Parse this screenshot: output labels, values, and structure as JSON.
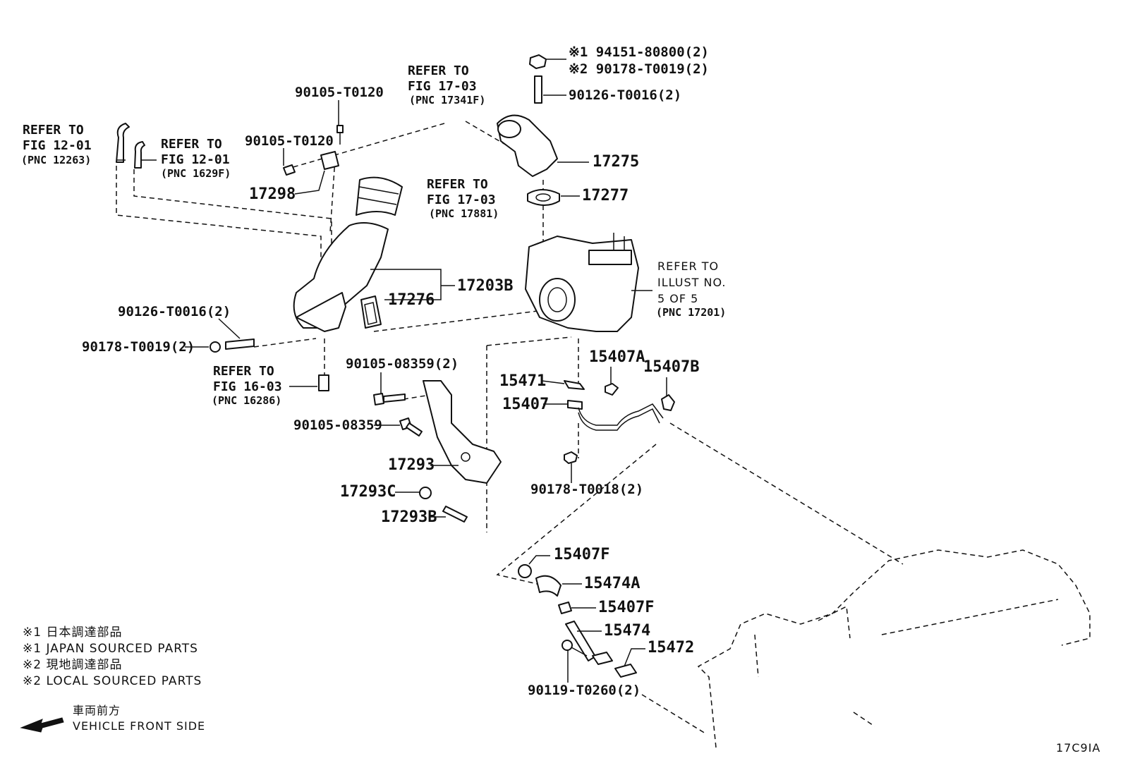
{
  "references": {
    "fig_12_01_a": {
      "line1": "REFER TO",
      "line2": "FIG 12-01",
      "pnc": "(PNC 12263)"
    },
    "fig_12_01_b": {
      "line1": "REFER TO",
      "line2": "FIG 12-01",
      "pnc": "(PNC 1629F)"
    },
    "fig_17_03_a": {
      "line1": "REFER TO",
      "line2": "FIG 17-03",
      "pnc": "(PNC 17341F)"
    },
    "fig_17_03_b": {
      "line1": "REFER TO",
      "line2": "FIG 17-03",
      "pnc": "(PNC 17881)"
    },
    "fig_16_03": {
      "line1": "REFER TO",
      "line2": "FIG 16-03",
      "pnc": "(PNC 16286)"
    },
    "illust": {
      "line1": "REFER TO",
      "line2": "ILLUST NO.",
      "line3": "5 OF 5",
      "pnc": "(PNC 17201)"
    }
  },
  "parts": {
    "p_94151": "※1 94151-80800(2)",
    "p_90178_t0019_top": "※2 90178-T0019(2)",
    "p_90126_top": "90126-T0016(2)",
    "p_17275": "17275",
    "p_17277": "17277",
    "p_90105_t0120_a": "90105-T0120",
    "p_90105_t0120_b": "90105-T0120",
    "p_17298": "17298",
    "p_17203b": "17203B",
    "p_17276": "17276",
    "p_90126_left": "90126-T0016(2)",
    "p_90178_left": "90178-T0019(2)",
    "p_90105_08359_2": "90105-08359(2)",
    "p_90105_08359": "90105-08359",
    "p_17293": "17293",
    "p_17293c": "17293C",
    "p_17293b": "17293B",
    "p_15471": "15471",
    "p_15407": "15407",
    "p_15407a": "15407A",
    "p_15407b": "15407B",
    "p_90178_t0018": "90178-T0018(2)",
    "p_15407f_a": "15407F",
    "p_15474a": "15474A",
    "p_15407f_b": "15407F",
    "p_15474": "15474",
    "p_15472": "15472",
    "p_90119": "90119-T0260(2)"
  },
  "legend": {
    "jp1": "※1 日本調達部品",
    "en1": "※1 JAPAN SOURCED PARTS",
    "jp2": "※2 現地調達部品",
    "en2": "※2 LOCAL SOURCED PARTS",
    "front_jp": "車両前方",
    "front_en": "VEHICLE FRONT SIDE"
  },
  "figure_code": "17C9IA",
  "icons": {
    "front_arrow": "arrow-left-icon"
  }
}
